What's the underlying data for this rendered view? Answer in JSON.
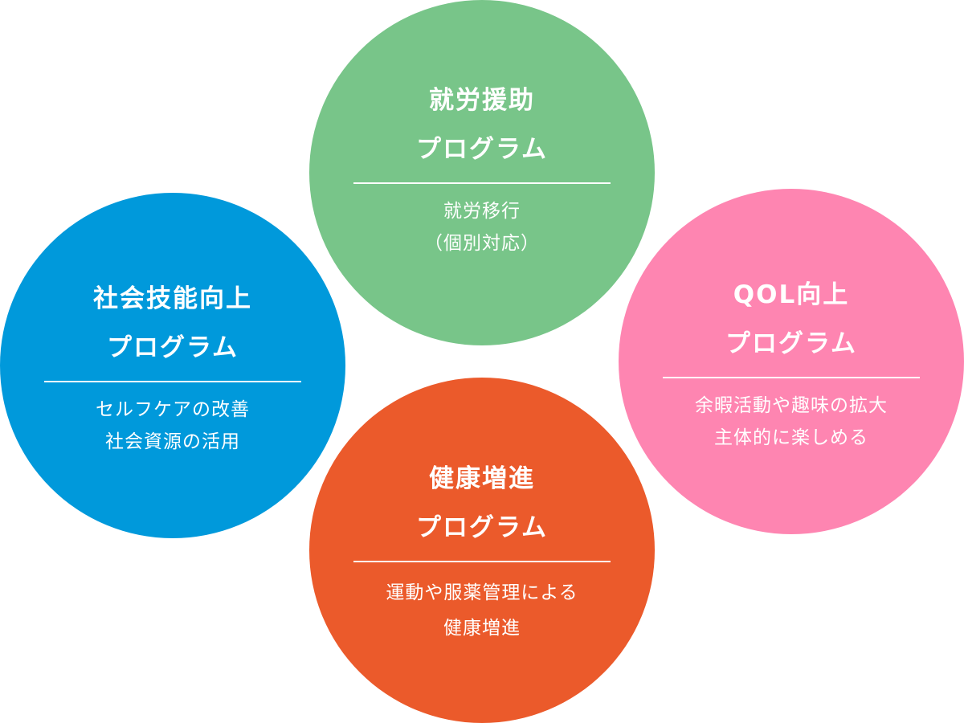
{
  "colors": {
    "green": "#78c589",
    "blue": "#0099db",
    "pink": "#fe85b1",
    "orange": "#eb5a2b"
  },
  "programs": [
    {
      "title1": "就労援助",
      "title2": "プログラム",
      "sub1": "就労移行",
      "sub2": "（個別対応）"
    },
    {
      "title1": "社会技能向上",
      "title2": "プログラム",
      "sub1": "セルフケアの改善",
      "sub2": "社会資源の活用"
    },
    {
      "title1": "QOL向上",
      "title2": "プログラム",
      "sub1": "余暇活動や趣味の拡大",
      "sub2": "主体的に楽しめる"
    },
    {
      "title1": "健康増進",
      "title2": "プログラム",
      "sub1": "運動や服薬管理による",
      "sub2": "健康増進"
    }
  ]
}
